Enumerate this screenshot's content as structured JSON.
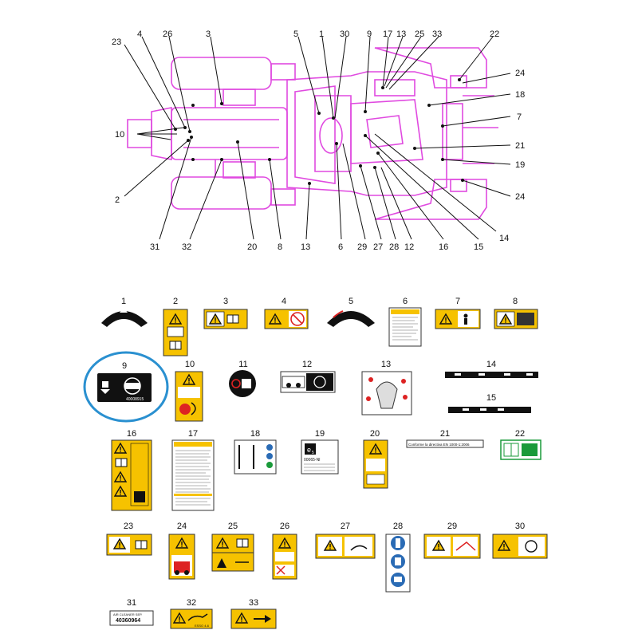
{
  "top_callouts": {
    "n23": "23",
    "n4": "4",
    "n26": "26",
    "n3": "3",
    "n5": "5",
    "n1": "1",
    "n30": "30",
    "n9": "9",
    "n17": "17",
    "n13a": "13",
    "n25": "25",
    "n33": "33",
    "n22": "22",
    "n24a": "24",
    "n18": "18",
    "n7": "7",
    "n21": "21",
    "n19": "19",
    "n24b": "24",
    "n10": "10",
    "n2": "2",
    "n14": "14",
    "b31": "31",
    "b32": "32",
    "b20": "20",
    "b8": "8",
    "b13": "13",
    "b6": "6",
    "b29": "29",
    "b27": "27",
    "b28": "28",
    "b12": "12",
    "b16": "16",
    "b15": "15"
  },
  "decals": {
    "d1": "1",
    "d2": "2",
    "d3": "3",
    "d4": "4",
    "d5": "5",
    "d6": "6",
    "d7": "7",
    "d8": "8",
    "d9": "9",
    "d10": "10",
    "d11": "11",
    "d12": "12",
    "d13": "13",
    "d14": "14",
    "d15": "15",
    "d16": "16",
    "d17": "17",
    "d18": "18",
    "d19": "19",
    "d20": "20",
    "d21": "21",
    "d22": "22",
    "d23": "23",
    "d24": "24",
    "d25": "25",
    "d26": "26",
    "d27": "27",
    "d28": "28",
    "d29": "29",
    "d30": "30",
    "d31": "31",
    "d32": "32",
    "d33": "33"
  },
  "decal_text": {
    "d9_code": "40008915",
    "d19_e": "e",
    "d19_sub": "5",
    "d19_code": "00065-NI",
    "d21_text": "Conforme la directiva EN 1000-1:2006",
    "d31_line1": "AIR CLEANER SEP.",
    "d31_code": "40360964",
    "d32_text": "ESSO 4-6"
  },
  "colors": {
    "diagram": "#e04ae0",
    "decal_yellow": "#f6c200",
    "highlight_circle": "#2a90d0",
    "green_sign": "#1a9a3a",
    "blue_sign": "#2a6bb5"
  }
}
